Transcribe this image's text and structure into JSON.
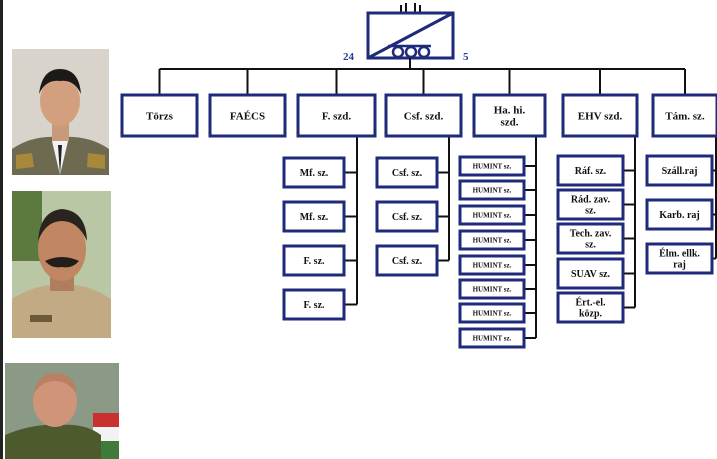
{
  "symbol": {
    "left_number": "24",
    "right_number": "5"
  },
  "colors": {
    "box_border": "#1f2a7a",
    "connector": "#111111",
    "number_text": "#2a3a9a"
  },
  "portraits": [
    {
      "name": "portrait-officer-1",
      "description": "dress uniform"
    },
    {
      "name": "portrait-officer-2",
      "description": "desert camouflage"
    },
    {
      "name": "portrait-officer-3",
      "description": "camouflage with flag"
    }
  ],
  "units": [
    {
      "label": "Törzs",
      "children": []
    },
    {
      "label": "FAÉCS",
      "children": []
    },
    {
      "label": "F. szd.",
      "children": [
        "Mf. sz.",
        "Mf. sz.",
        "F. sz.",
        "F. sz."
      ]
    },
    {
      "label": "Csf. szd.",
      "children": [
        "Csf. sz.",
        "Csf. sz.",
        "Csf. sz."
      ]
    },
    {
      "label": "Ha. hi. szd.",
      "children": [
        "HUMINT sz.",
        "HUMINT sz.",
        "HUMINT sz.",
        "HUMINT sz.",
        "HUMINT sz.",
        "HUMINT sz.",
        "HUMINT sz.",
        "HUMINT sz."
      ]
    },
    {
      "label": "EHV szd.",
      "children": [
        "Ráf. sz.",
        "Rád. zav. sz.",
        "Tech. zav. sz.",
        "SUAV sz.",
        "Ért.-el. közp."
      ]
    },
    {
      "label": "Tám. sz.",
      "children": [
        "Száll.raj",
        "Karb. raj",
        "Élm. ellk. raj"
      ]
    }
  ]
}
